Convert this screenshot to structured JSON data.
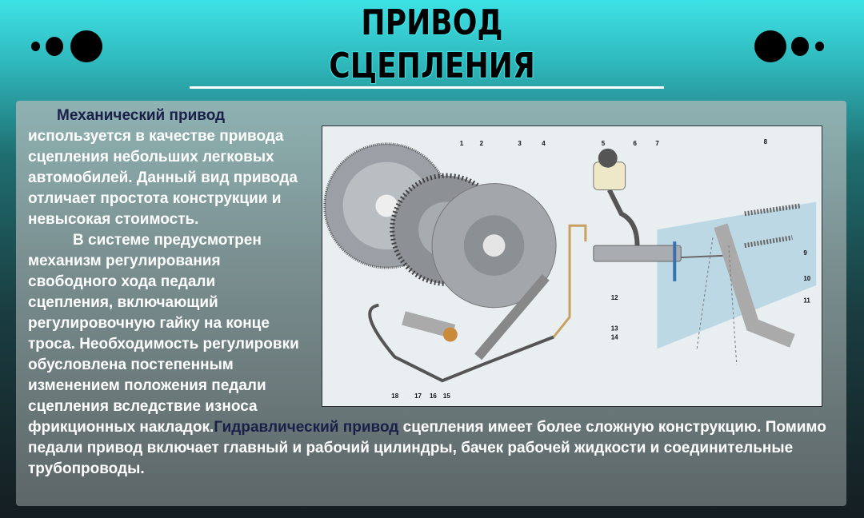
{
  "title": {
    "line1": "ПРИВОД",
    "line2": "СЦЕПЛЕНИЯ"
  },
  "body": {
    "p1_highlight": "Механический привод",
    "p1_text": " используется в качестве привода сцепления небольших легковых автомобилей. Данный вид привода отличает простота конструкции и невысокая стоимость.",
    "p2_text": "В системе предусмотрен механизм регулирования свободного хода педали сцепления, включающий регулировочную гайку на конце троса. Необходимость регулировки обусловлена постепенным изменением положения педали сцепления вследствие износа фрикционных накладок.",
    "p2_highlight": "Гидравлический привод",
    "p2_tail": " сцепления имеет более сложную конструкцию. Помимо педали привод включает главный и рабочий цилиндры, бачек рабочей жидкости и соединительные трубопроводы."
  },
  "diagram": {
    "labels": [
      "1",
      "2",
      "3",
      "4",
      "5",
      "6",
      "7",
      "8",
      "9",
      "10",
      "11",
      "12",
      "13",
      "14",
      "15",
      "16",
      "17",
      "18"
    ]
  }
}
